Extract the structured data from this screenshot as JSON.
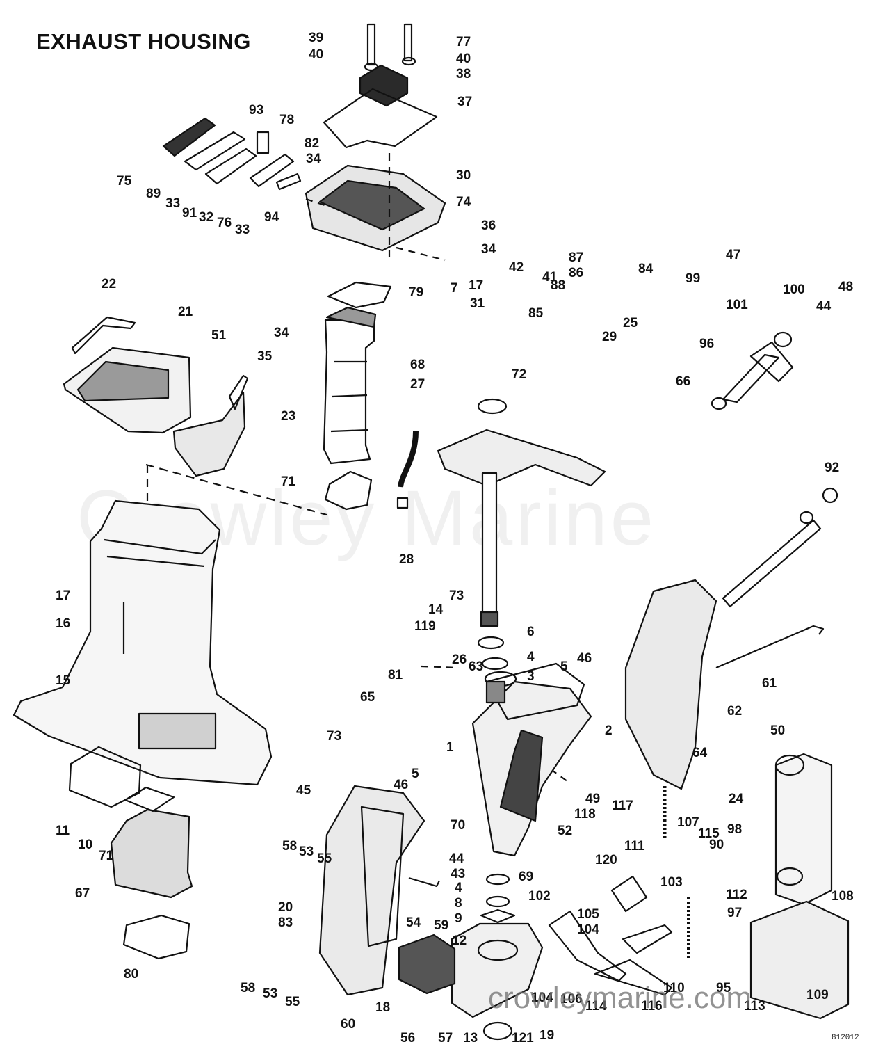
{
  "title": "EXHAUST HOUSING",
  "watermark": "Crowley Marine",
  "site_watermark": "crowleymarine.com",
  "drawing_code": "812012",
  "part_numbers": [
    "39",
    "40",
    "77",
    "40",
    "38",
    "37",
    "93",
    "78",
    "82",
    "34",
    "30",
    "74",
    "75",
    "89",
    "33",
    "91",
    "32",
    "76",
    "33",
    "94",
    "36",
    "34",
    "17",
    "31",
    "79",
    "22",
    "21",
    "51",
    "23",
    "34",
    "35",
    "68",
    "27",
    "72",
    "100",
    "101",
    "96",
    "66",
    "71",
    "28",
    "42",
    "41",
    "7",
    "92",
    "84",
    "87",
    "86",
    "99",
    "47",
    "88",
    "85",
    "25",
    "29",
    "44",
    "48",
    "17",
    "16",
    "15",
    "73",
    "14",
    "119",
    "6",
    "4",
    "26",
    "63",
    "46",
    "5",
    "3",
    "81",
    "65",
    "61",
    "62",
    "2",
    "73",
    "1",
    "64",
    "50",
    "49",
    "45",
    "5",
    "46",
    "24",
    "117",
    "118",
    "52",
    "70",
    "44",
    "43",
    "69",
    "107",
    "115",
    "90",
    "111",
    "103",
    "120",
    "98",
    "11",
    "10",
    "71",
    "58",
    "53",
    "55",
    "67",
    "20",
    "83",
    "54",
    "59",
    "4",
    "8",
    "9",
    "102",
    "112",
    "105",
    "104",
    "97",
    "108",
    "80",
    "58",
    "53",
    "55",
    "12",
    "60",
    "18",
    "56",
    "57",
    "13",
    "121",
    "19",
    "104",
    "106",
    "114",
    "116",
    "110",
    "95",
    "113",
    "109"
  ]
}
